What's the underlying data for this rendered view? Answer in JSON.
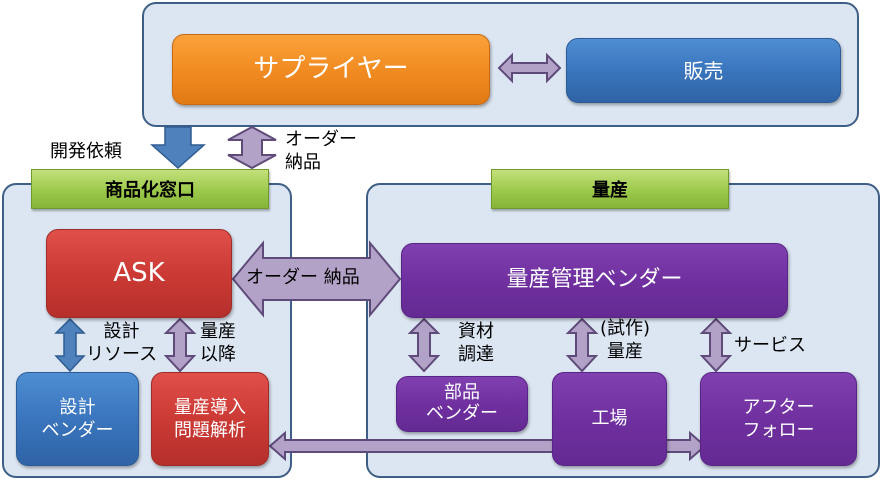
{
  "colors": {
    "panel_bg": "#dce6f2",
    "panel_border": "#3f5f86",
    "supplier": "#f18c22",
    "sales": "#3a75bd",
    "ask": "#cc3a35",
    "mass_production": "#7030a0",
    "header_green": "#9bc94a",
    "arrow_purple": "#b3a2c7",
    "arrow_blue": "#4f81bd"
  },
  "top_panel": {
    "supplier": "サプライヤー",
    "sales": "販売"
  },
  "left_panel": {
    "header": "商品化窓口",
    "ask": "ASK",
    "design_vendor": [
      "設計",
      "ベンダー"
    ],
    "mp_intro": [
      "量産導入",
      "問題解析"
    ]
  },
  "right_panel": {
    "header": "量産",
    "mp_vendor": "量産管理ベンダー",
    "parts_vendor": [
      "部品",
      "ベンダー"
    ],
    "factory": "工場",
    "after_follow": [
      "アフター",
      "フォロー"
    ]
  },
  "arrow_labels": {
    "dev_request": "開発依頼",
    "order_delivery_top": [
      "オーダー",
      "納品"
    ],
    "order_delivery_mid": "オーダー 納品",
    "design_resource": [
      "設計",
      "リソース"
    ],
    "after_mp": [
      "量産",
      "以降"
    ],
    "procurement": [
      "資材",
      "調達"
    ],
    "trial_mp": [
      "(試作)",
      "量産"
    ],
    "service": "サービス"
  }
}
